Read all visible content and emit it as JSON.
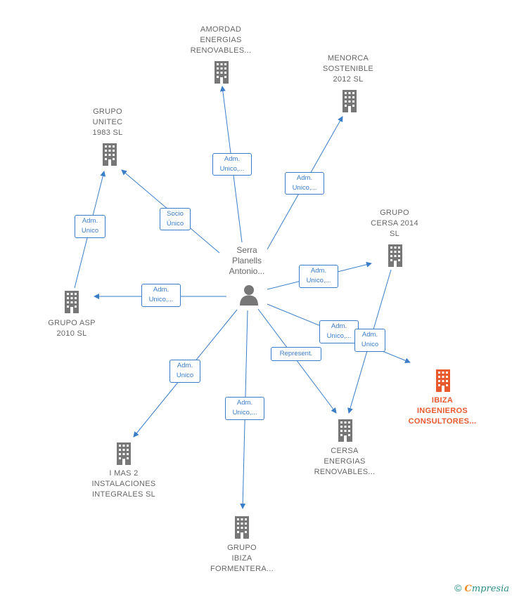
{
  "center": {
    "label": "Serra\nPlanells\nAntonio..."
  },
  "companies": [
    {
      "key": "amordad",
      "label": "AMORDAD\nENERGIAS\nRENOVABLES...",
      "highlight": false
    },
    {
      "key": "menorca",
      "label": "MENORCA\nSOSTENIBLE\n2012  SL",
      "highlight": false
    },
    {
      "key": "unitec",
      "label": "GRUPO\nUNITEC\n1983  SL",
      "highlight": false
    },
    {
      "key": "cersa2014",
      "label": "GRUPO\nCERSA 2014\nSL",
      "highlight": false
    },
    {
      "key": "asp",
      "label": "GRUPO ASP\n2010  SL",
      "highlight": false
    },
    {
      "key": "ibiza_ing",
      "label": "IBIZA\nINGENIEROS\nCONSULTORES...",
      "highlight": true
    },
    {
      "key": "cersa_en",
      "label": "CERSA\nENERGIAS\nRENOVABLES...",
      "highlight": false
    },
    {
      "key": "imas2",
      "label": "I MAS 2\nINSTALACIONES\nINTEGRALES SL",
      "highlight": false
    },
    {
      "key": "ibiza_form",
      "label": "GRUPO\nIBIZA\nFORMENTERA...",
      "highlight": false
    }
  ],
  "edge_labels": [
    {
      "key": "amordad",
      "text": "Adm.\nUnico,..."
    },
    {
      "key": "menorca",
      "text": "Adm.\nUnico,..."
    },
    {
      "key": "unitec",
      "text": "Socio\nÚnico"
    },
    {
      "key": "asp_unitec",
      "text": "Adm.\nUnico"
    },
    {
      "key": "cersa2014",
      "text": "Adm.\nUnico,..."
    },
    {
      "key": "asp",
      "text": "Adm.\nUnico,..."
    },
    {
      "key": "ibiza_ing",
      "text": "Adm.\nUnico,..."
    },
    {
      "key": "cersa2014_cersa",
      "text": "Adm.\nUnico"
    },
    {
      "key": "cersa_en",
      "text": "Represent."
    },
    {
      "key": "imas2",
      "text": "Adm.\nUnico"
    },
    {
      "key": "ibiza_form",
      "text": "Adm.\nUnico,..."
    }
  ],
  "colors": {
    "edge": "#3a7dc9",
    "building": "#777777",
    "highlight": "#e8592e",
    "person": "#777777"
  },
  "footer": {
    "copyright": "©",
    "brand_initial": "C",
    "brand_rest": "mpresia"
  }
}
